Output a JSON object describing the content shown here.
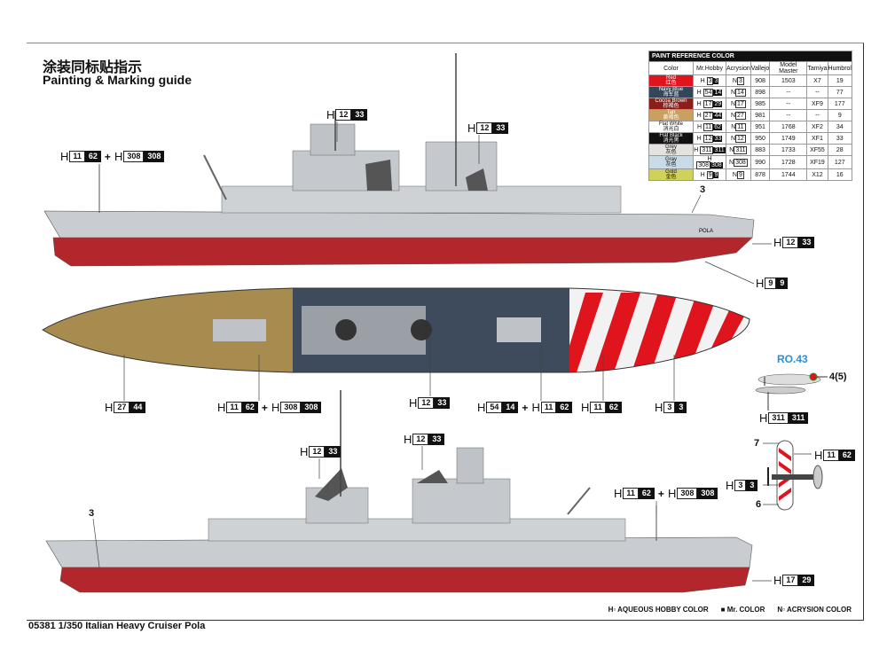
{
  "header": {
    "title_cn": "涂装同标贴指示",
    "title_en": "Painting & Marking guide"
  },
  "footer": {
    "product": "05381 1/350 Italian Heavy Cruiser Pola"
  },
  "legend": {
    "aqueous": "AQUEOUS HOBBY COLOR",
    "mr": "Mr. COLOR",
    "acrysion": "ACRYSION COLOR"
  },
  "paint_table": {
    "caption": "PAINT REFERENCE COLOR",
    "headers": [
      "Color",
      "Mr.Hobby",
      "Acrysion",
      "Vallejo",
      "Model Master",
      "Tamiya",
      "Humbrol"
    ],
    "rows": [
      {
        "name": "Red",
        "cn": "红色",
        "swatch": "#e0141c",
        "text": "#fff",
        "h": "3",
        "m": "3",
        "n": "3",
        "vallejo": "908",
        "mm": "1503",
        "tamiya": "X7",
        "humbrol": "19"
      },
      {
        "name": "Navy Blue",
        "cn": "海军蓝",
        "swatch": "#34465a",
        "text": "#fff",
        "h": "54",
        "m": "14",
        "n": "14",
        "vallejo": "898",
        "mm": "--",
        "tamiya": "--",
        "humbrol": "77"
      },
      {
        "name": "Cocoa Brown",
        "cn": "棕褐色",
        "swatch": "#8e1e1a",
        "text": "#fff",
        "h": "17",
        "m": "29",
        "n": "17",
        "vallejo": "985",
        "mm": "--",
        "tamiya": "XF9",
        "humbrol": "177"
      },
      {
        "name": "Tan",
        "cn": "黄褐色",
        "swatch": "#c9a060",
        "text": "#fff",
        "h": "27",
        "m": "44",
        "n": "27",
        "vallejo": "981",
        "mm": "--",
        "tamiya": "--",
        "humbrol": "9"
      },
      {
        "name": "Flat White",
        "cn": "消光白",
        "swatch": "#ffffff",
        "text": "#111",
        "h": "11",
        "m": "62",
        "n": "11",
        "vallejo": "951",
        "mm": "1768",
        "tamiya": "XF2",
        "humbrol": "34"
      },
      {
        "name": "Flat Black",
        "cn": "消光黑",
        "swatch": "#111111",
        "text": "#fff",
        "h": "12",
        "m": "33",
        "n": "12",
        "vallejo": "950",
        "mm": "1749",
        "tamiya": "XF1",
        "humbrol": "33"
      },
      {
        "name": "Grey",
        "cn": "灰色",
        "swatch": "#e4e2de",
        "text": "#111",
        "h": "311",
        "m": "311",
        "n": "311",
        "vallejo": "883",
        "mm": "1733",
        "tamiya": "XF55",
        "humbrol": "28"
      },
      {
        "name": "Gray",
        "cn": "灰色",
        "swatch": "#c8dbe6",
        "text": "#111",
        "h": "308",
        "m": "308",
        "n": "308",
        "vallejo": "990",
        "mm": "1728",
        "tamiya": "XF19",
        "humbrol": "127"
      },
      {
        "name": "Gold",
        "cn": "金色",
        "swatch": "#cfd15a",
        "text": "#111",
        "h": "9",
        "m": "9",
        "n": "9",
        "vallejo": "878",
        "mm": "1744",
        "tamiya": "X12",
        "humbrol": "16"
      }
    ]
  },
  "callouts": [
    {
      "a": "11",
      "b": "62",
      "c": "308",
      "d": "308"
    },
    {
      "a": "12",
      "b": "33"
    },
    {
      "a": "12",
      "b": "33"
    },
    {
      "a": "12",
      "b": "33"
    },
    {
      "a": "9",
      "b": "9"
    },
    {
      "a": "27",
      "b": "44"
    },
    {
      "a": "11",
      "b": "62",
      "c": "308",
      "d": "308"
    },
    {
      "a": "12",
      "b": "33"
    },
    {
      "a": "54",
      "b": "14",
      "c": "11",
      "d": "62"
    },
    {
      "a": "11",
      "b": "62"
    },
    {
      "a": "3",
      "b": "3"
    },
    {
      "a": "12",
      "b": "33"
    },
    {
      "a": "12",
      "b": "33"
    },
    {
      "a": "11",
      "b": "62",
      "c": "308",
      "d": "308"
    },
    {
      "a": "17",
      "b": "29"
    },
    {
      "a": "311",
      "b": "311"
    },
    {
      "a": "11",
      "b": "62"
    },
    {
      "a": "3",
      "b": "3"
    }
  ],
  "markers": [
    "3",
    "3",
    "4(5)",
    "7",
    "6"
  ],
  "ship_name": "POLA",
  "aircraft": {
    "name": "RO.43"
  },
  "colors": {
    "hull_grey": "#c9ccd0",
    "hull_red": "#b3262b",
    "deck_tan": "#a88b4e",
    "deck_navy": "#3e4b5d",
    "stripe_red": "#e0141c"
  }
}
